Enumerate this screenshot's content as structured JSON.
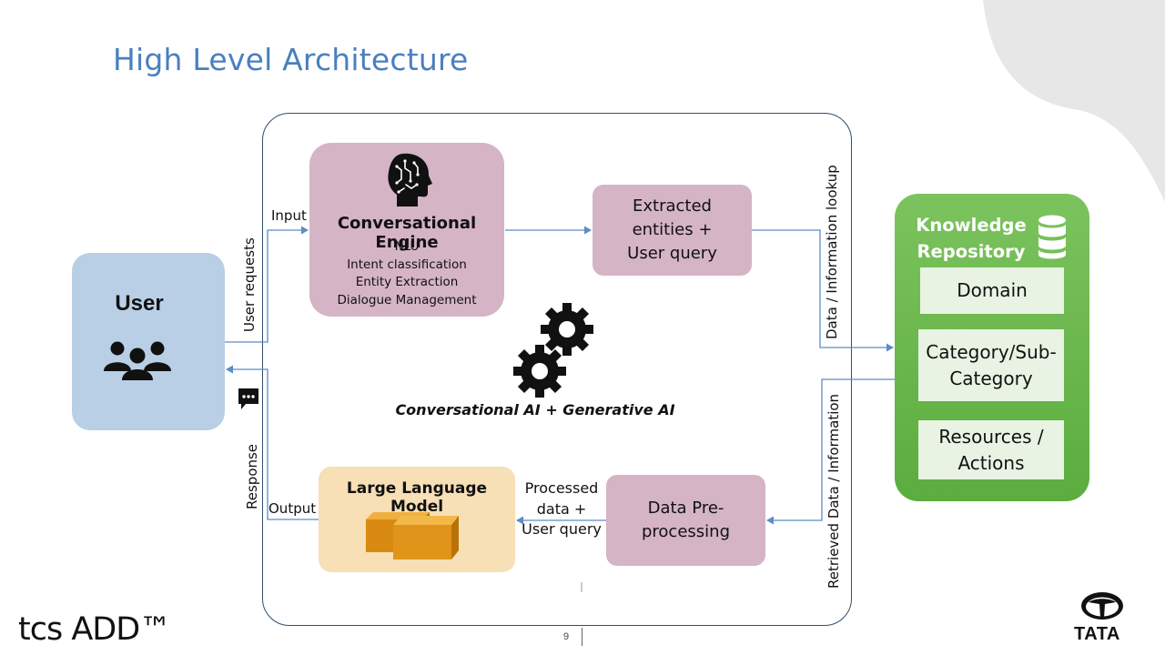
{
  "slide": {
    "title": "High Level Architecture",
    "page_number": "9"
  },
  "user": {
    "label": "User",
    "icon": "group-people-icon"
  },
  "engine": {
    "title": "Conversational  Engine",
    "items": [
      "NLU",
      "Intent classification",
      "Entity Extraction",
      "Dialogue Management"
    ],
    "icon": "ai-brain-head-icon"
  },
  "extracted": {
    "lines": [
      "Extracted",
      "entities +",
      "User query"
    ]
  },
  "center_caption": "Conversational AI + Generative AI",
  "llm": {
    "title": "Large Language Model",
    "icon": "model-cubes-icon"
  },
  "preprocessing": {
    "lines": [
      "Data Pre-",
      "processing"
    ]
  },
  "processed_label": {
    "lines": [
      "Processed",
      "data +",
      "User query"
    ]
  },
  "knowledge": {
    "title_lines": [
      "Knowledge",
      "Repository"
    ],
    "icon": "database-icon",
    "items": [
      {
        "lines": [
          "Domain"
        ]
      },
      {
        "lines": [
          "Category/Sub-",
          "Category"
        ]
      },
      {
        "lines": [
          "Resources /",
          "Actions"
        ]
      }
    ]
  },
  "flow_labels": {
    "input": "Input",
    "output": "Output",
    "user_requests": "User requests",
    "response": "Response",
    "data_lookup": "Data / Information lookup",
    "retrieved": "Retrieved Data / Information"
  },
  "branding": {
    "left_logo": "tcs ADD™",
    "right_logo": "TATA"
  },
  "colors": {
    "title_blue": "#4a7fbf",
    "arrow_blue": "#5b8cc4",
    "user_blue": "#b8cfe6",
    "mauve": "#d5b4c6",
    "llm_tan": "#f7dfb6",
    "repo_green": "#6bb94e"
  }
}
